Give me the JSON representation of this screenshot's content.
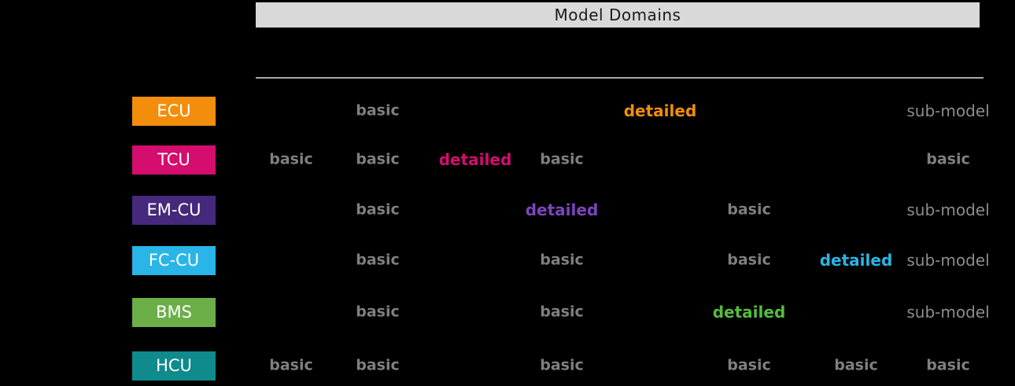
{
  "header": {
    "title": "Model Domains"
  },
  "colors": {
    "background": "#000000",
    "header_bar": "#d9d9d9",
    "header_text": "#1a1a1a",
    "divider": "#a8a8a8",
    "basic_text": "#7f7f7f",
    "submodel_text": "#8c8c8c",
    "label_text": "#ffffff"
  },
  "table": {
    "cell_values_legend": [
      "basic",
      "detailed",
      "sub-model"
    ],
    "rows": [
      {
        "label": "ECU",
        "box_color": "#f28e0c",
        "detail_color": "#f28e0c",
        "cells": [
          {
            "col": 2,
            "text": "basic",
            "kind": "basic"
          },
          {
            "col": 5,
            "text": "detailed",
            "kind": "detailed"
          },
          {
            "col": 8,
            "text": "sub-model",
            "kind": "submodel"
          }
        ]
      },
      {
        "label": "TCU",
        "box_color": "#d40d6e",
        "detail_color": "#d40d6e",
        "cells": [
          {
            "col": 1,
            "text": "basic",
            "kind": "basic"
          },
          {
            "col": 2,
            "text": "basic",
            "kind": "basic"
          },
          {
            "col": 3,
            "text": "detailed",
            "kind": "detailed"
          },
          {
            "col": 4,
            "text": "basic",
            "kind": "basic"
          },
          {
            "col": 8,
            "text": "basic",
            "kind": "basic"
          }
        ]
      },
      {
        "label": "EM-CU",
        "box_color": "#46287c",
        "detail_color": "#7d44be",
        "cells": [
          {
            "col": 2,
            "text": "basic",
            "kind": "basic"
          },
          {
            "col": 4,
            "text": "detailed",
            "kind": "detailed"
          },
          {
            "col": 6,
            "text": "basic",
            "kind": "basic"
          },
          {
            "col": 8,
            "text": "sub-model",
            "kind": "submodel"
          }
        ]
      },
      {
        "label": "FC-CU",
        "box_color": "#29b5e8",
        "detail_color": "#29b5e8",
        "cells": [
          {
            "col": 2,
            "text": "basic",
            "kind": "basic"
          },
          {
            "col": 4,
            "text": "basic",
            "kind": "basic"
          },
          {
            "col": 6,
            "text": "basic",
            "kind": "basic"
          },
          {
            "col": 7,
            "text": "detailed",
            "kind": "detailed"
          },
          {
            "col": 8,
            "text": "sub-model",
            "kind": "submodel"
          }
        ]
      },
      {
        "label": "BMS",
        "box_color": "#6cae48",
        "detail_color": "#55bc40",
        "cells": [
          {
            "col": 2,
            "text": "basic",
            "kind": "basic"
          },
          {
            "col": 4,
            "text": "basic",
            "kind": "basic"
          },
          {
            "col": 6,
            "text": "detailed",
            "kind": "detailed"
          },
          {
            "col": 8,
            "text": "sub-model",
            "kind": "submodel"
          }
        ]
      },
      {
        "label": "HCU",
        "box_color": "#0f8b8d",
        "detail_color": "#0f8b8d",
        "cells": [
          {
            "col": 1,
            "text": "basic",
            "kind": "basic"
          },
          {
            "col": 2,
            "text": "basic",
            "kind": "basic"
          },
          {
            "col": 4,
            "text": "basic",
            "kind": "basic"
          },
          {
            "col": 6,
            "text": "basic",
            "kind": "basic"
          },
          {
            "col": 7,
            "text": "basic",
            "kind": "basic"
          },
          {
            "col": 8,
            "text": "basic",
            "kind": "basic"
          }
        ]
      }
    ]
  }
}
